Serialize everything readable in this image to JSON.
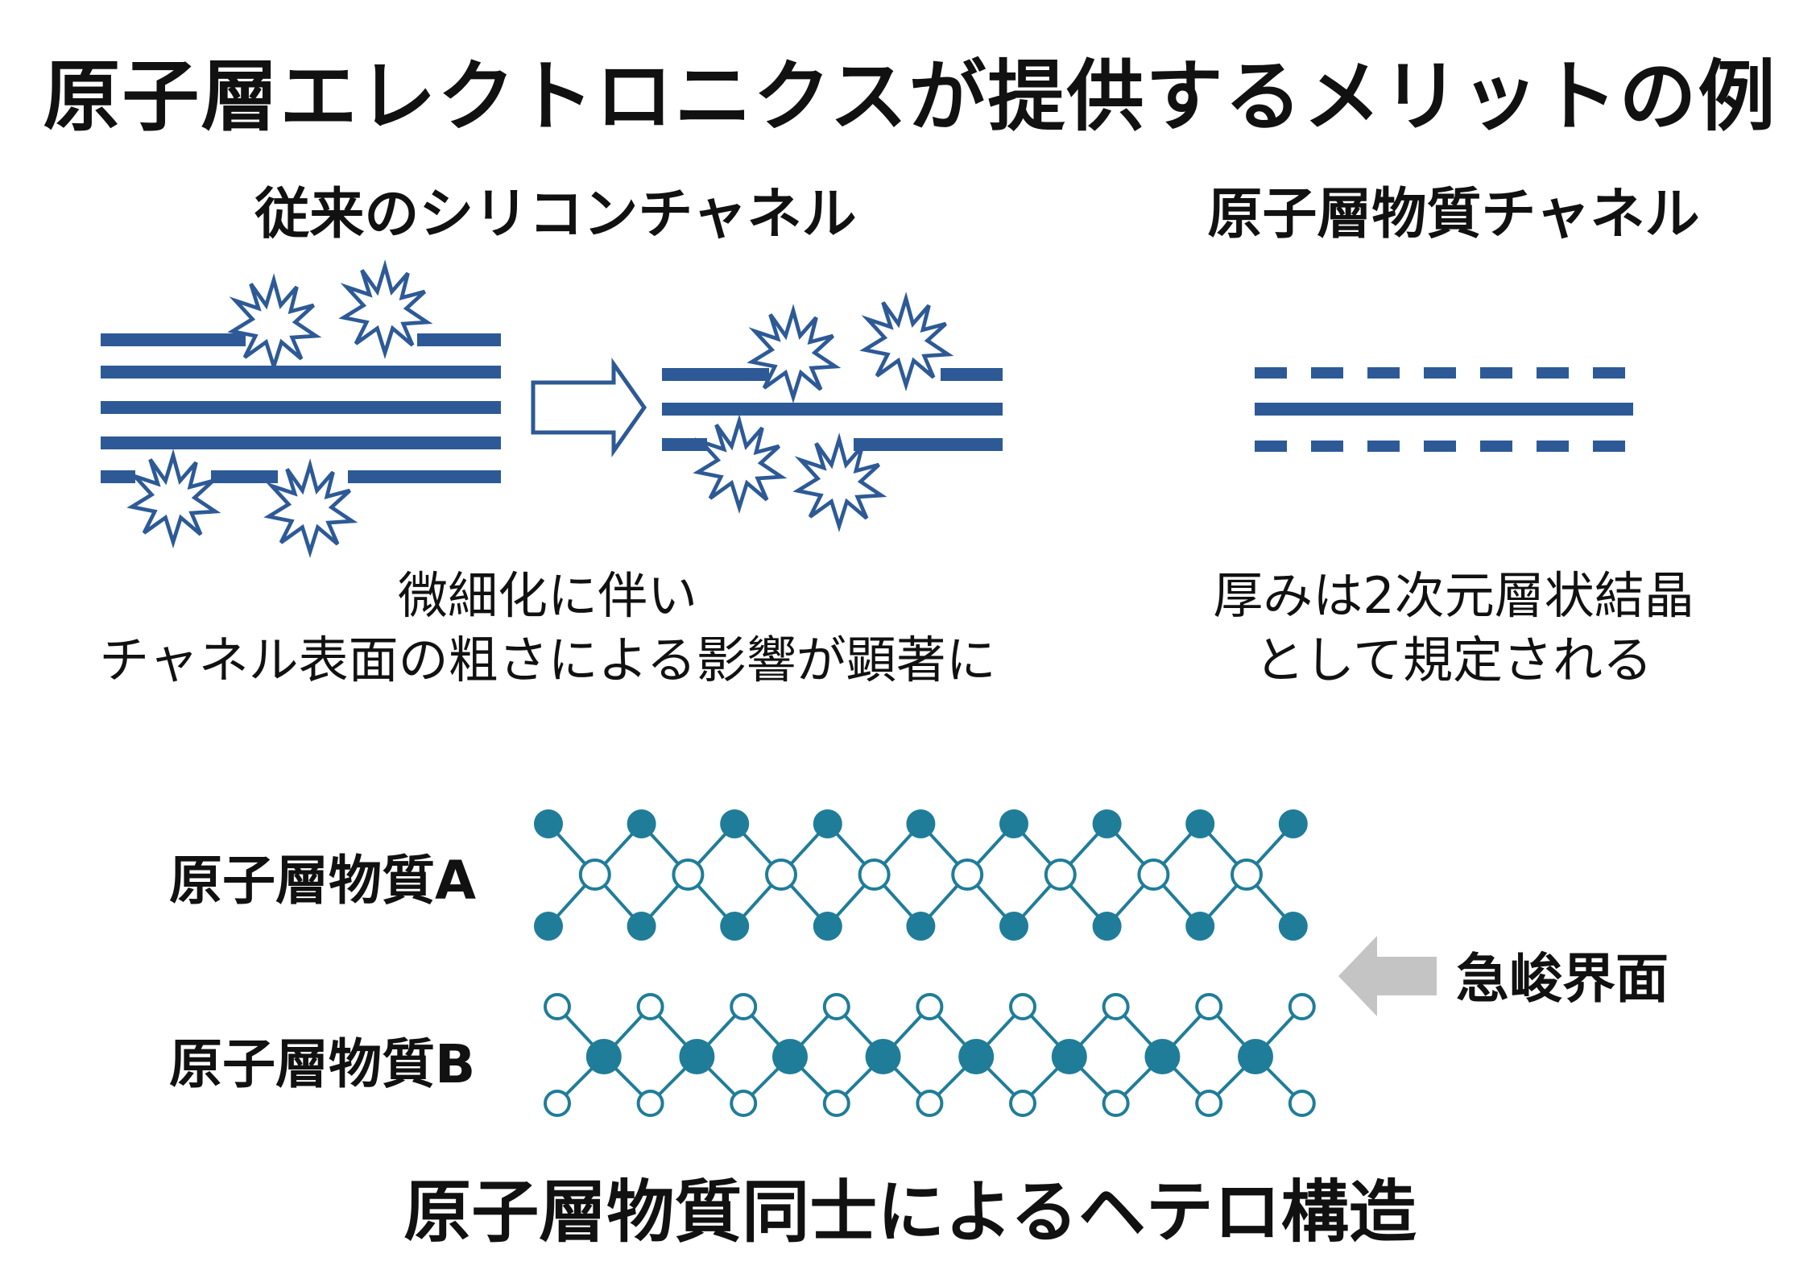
{
  "title": "原子層エレクトロニクスが提供するメリットの例",
  "left_panel": {
    "heading": "従来のシリコンチャネル",
    "caption_line1": "微細化に伴い",
    "caption_line2": "チャネル表面の粗さによる影響が顕著に"
  },
  "right_panel": {
    "heading": "原子層物質チャネル",
    "caption_line1": "厚みは2次元層状結晶",
    "caption_line2": "として規定される"
  },
  "hetero": {
    "material_a": "原子層物質A",
    "material_b": "原子層物質B",
    "interface_label": "急峻界面",
    "caption": "原子層物質同士によるヘテロ構造"
  },
  "colors": {
    "channel_blue": "#2d5a96",
    "lattice_teal": "#1f7d99",
    "arrow_gray": "#c4c4c4"
  },
  "icons": [
    "burst-icon",
    "right-arrow-icon",
    "left-arrow-icon"
  ]
}
